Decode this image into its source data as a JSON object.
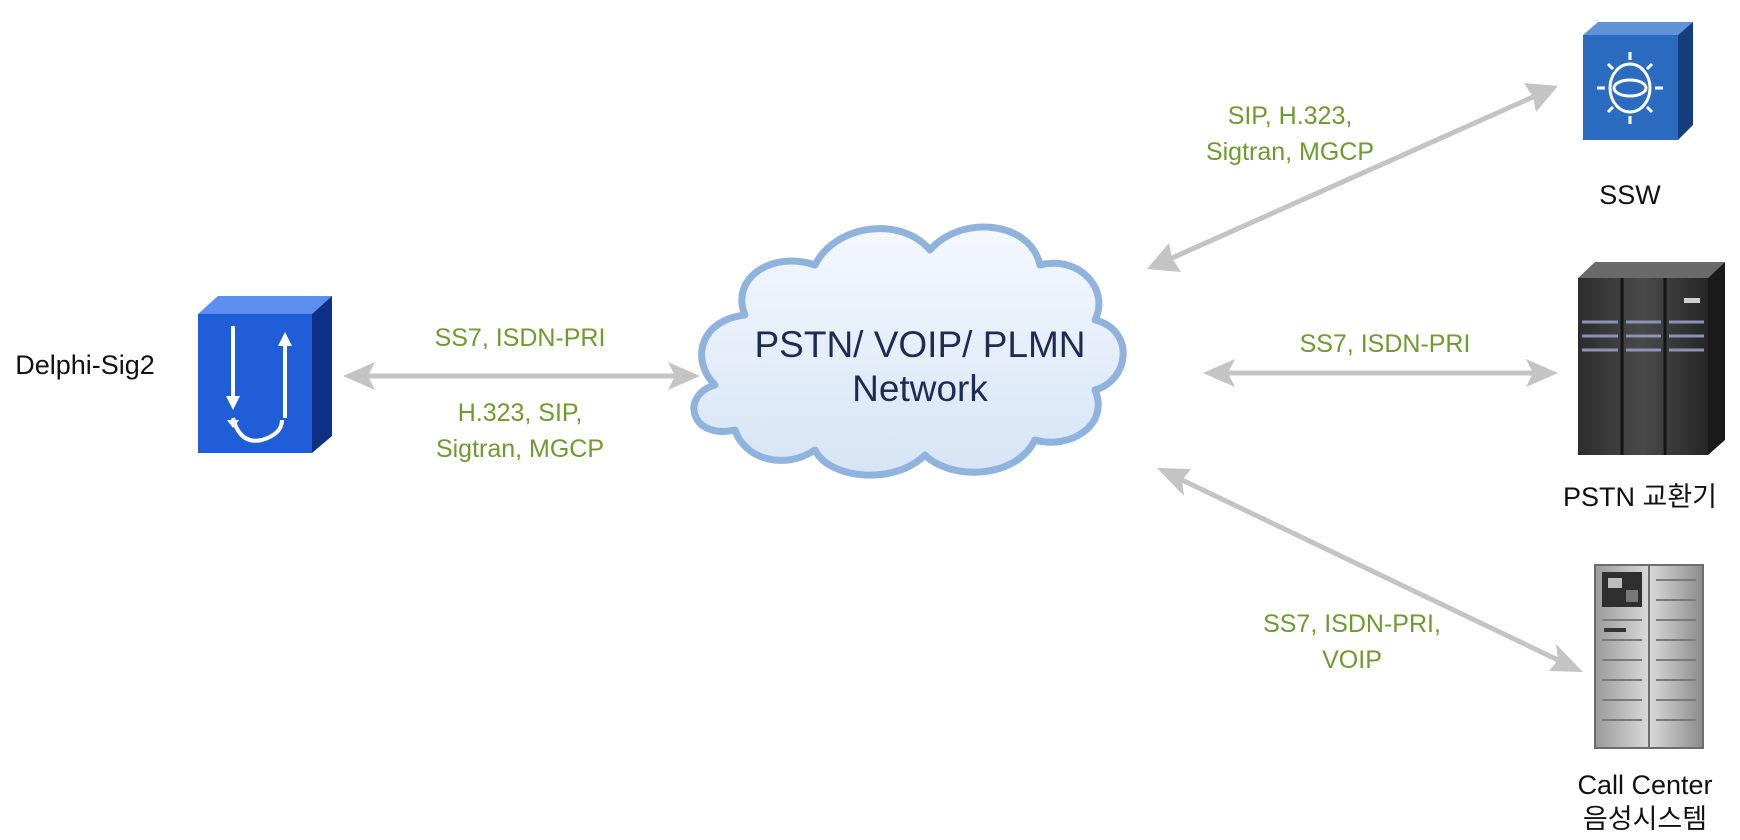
{
  "nodes": {
    "delphi": {
      "label": "Delphi-Sig2"
    },
    "cloud": {
      "line1": "PSTN/ VOIP/ PLMN",
      "line2": "Network"
    },
    "ssw": {
      "label": "SSW"
    },
    "pstn": {
      "label": "PSTN 교환기"
    },
    "callcenter": {
      "line1": "Call Center",
      "line2": "음성시스템"
    }
  },
  "links": {
    "delphi_cloud": {
      "top": "SS7, ISDN-PRI",
      "bottom_line1": "H.323, SIP,",
      "bottom_line2": "Sigtran, MGCP"
    },
    "cloud_ssw": {
      "line1": "SIP, H.323,",
      "line2": "Sigtran, MGCP"
    },
    "cloud_pstn": {
      "label": "SS7, ISDN-PRI"
    },
    "cloud_callcenter": {
      "line1": "SS7, ISDN-PRI,",
      "line2": "VOIP"
    }
  },
  "colors": {
    "arrow": "#c4c4c4",
    "protocol_text": "#6f9a2e",
    "cloud_fill": "#e6eef9",
    "cloud_stroke": "#8fb3dc",
    "delphi_blue": "#1f5ed8",
    "ssw_blue": "#2b6cc0"
  }
}
